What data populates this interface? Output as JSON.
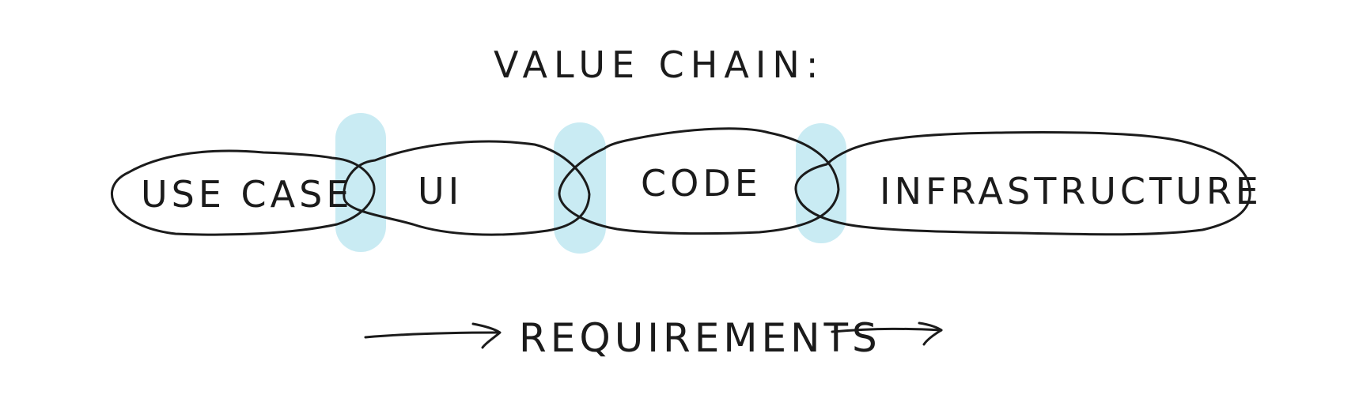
{
  "diagram": {
    "title": "VALUE CHAIN:",
    "nodes": [
      {
        "label": "USE CASE"
      },
      {
        "label": "UI"
      },
      {
        "label": "CODE"
      },
      {
        "label": "INFRASTRUCTURE"
      }
    ],
    "footer": "REQUIREMENTS",
    "colors": {
      "ink": "#1b1b1b",
      "highlight": "#c9ebf3",
      "background": "#ffffff"
    }
  }
}
